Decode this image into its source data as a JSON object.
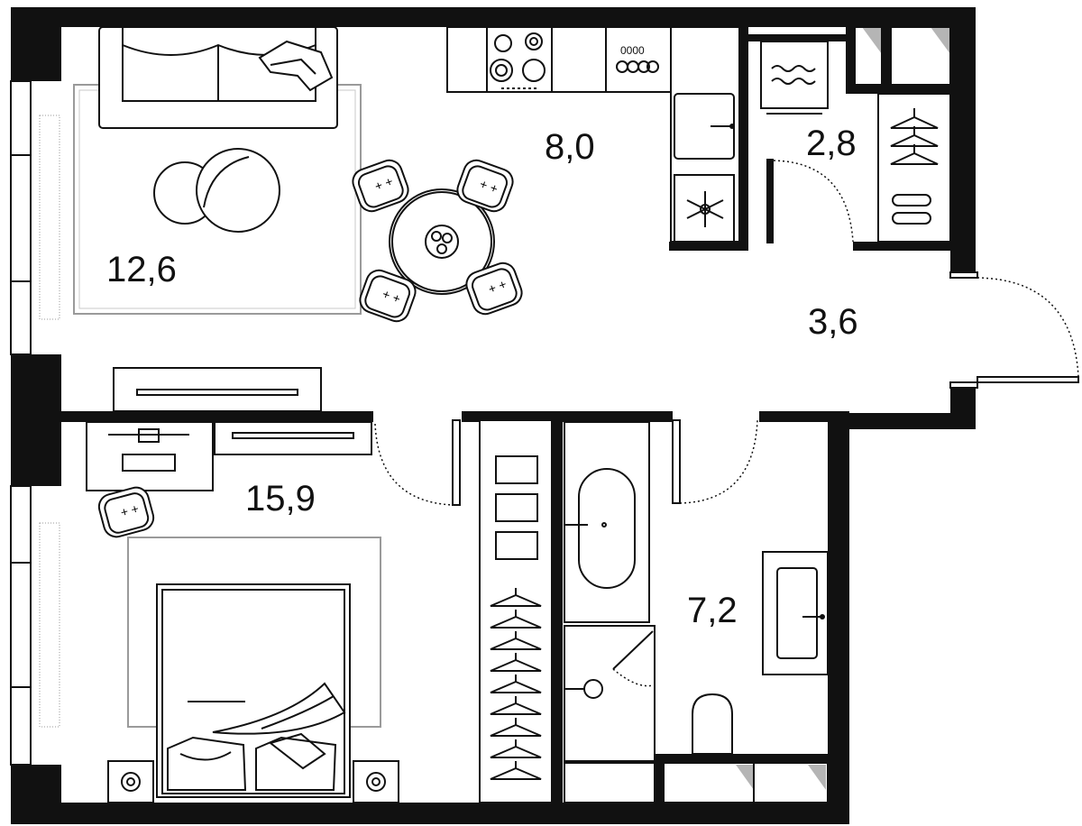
{
  "rooms": {
    "living": {
      "area": "12,6"
    },
    "kitchen": {
      "area": "8,0"
    },
    "storage": {
      "area": "2,8"
    },
    "hall": {
      "area": "3,6"
    },
    "bedroom": {
      "area": "15,9"
    },
    "bathroom": {
      "area": "7,2"
    }
  },
  "colors": {
    "wall": "#111111",
    "furniture_line": "#111111",
    "rug": "#9a9a9a",
    "background": "#ffffff"
  },
  "icons": [
    "sofa-icon",
    "pillow-icon",
    "coffee-table-icon",
    "dining-table-icon",
    "chair-icon",
    "stove-icon",
    "sink-icon",
    "fridge-icon",
    "washer-icon",
    "hanger-icon",
    "shoes-icon",
    "desk-icon",
    "tv-icon",
    "bed-icon",
    "nightstand-icon",
    "bathtub-icon",
    "toilet-icon",
    "shower-icon",
    "towel-icon"
  ]
}
